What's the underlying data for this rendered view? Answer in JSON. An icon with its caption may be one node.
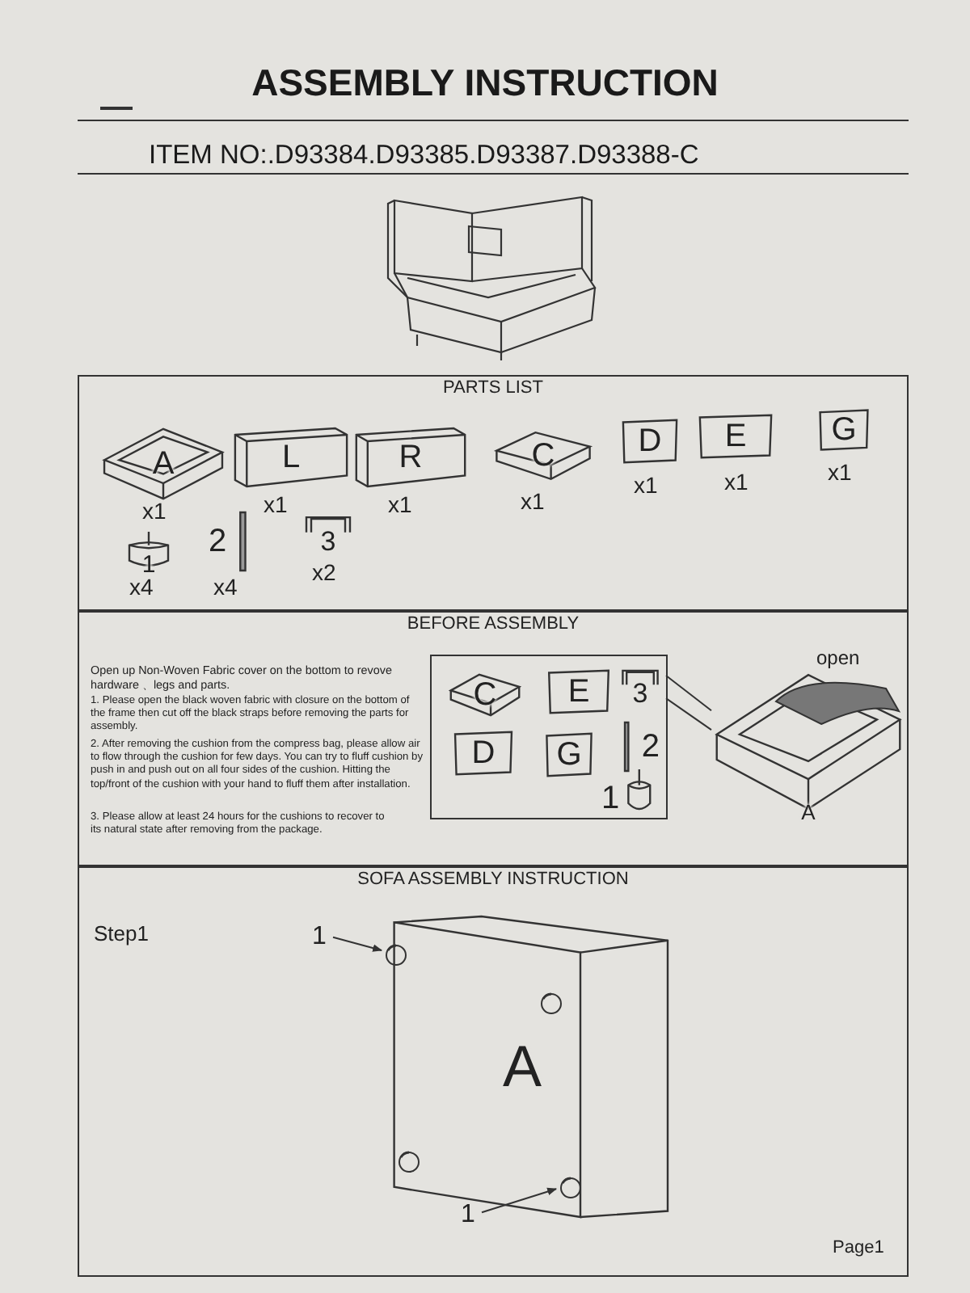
{
  "diagram": {
    "title": "ASSEMBLY INSTRUCTION",
    "nodes": [
      {
        "text": [
          "PARTS LIST"
        ]
      },
      {
        "text": [
          "A"
        ],
        "in": 0,
        "beside": [
          "x1"
        ]
      },
      {
        "text": [
          "L"
        ],
        "in": 0,
        "beside": [
          "x1"
        ]
      },
      {
        "text": [
          "R"
        ],
        "in": 0,
        "beside": [
          "x1"
        ]
      },
      {
        "text": [
          "C"
        ],
        "in": 0,
        "beside": [
          "x1"
        ]
      },
      {
        "text": [
          "D"
        ],
        "in": 0,
        "beside": [
          "x1"
        ]
      },
      {
        "text": [
          "E"
        ],
        "in": 0,
        "beside": [
          "x1"
        ]
      },
      {
        "text": [
          "G"
        ],
        "in": 0,
        "beside": [
          "x1"
        ]
      },
      {
        "text": [
          "1"
        ],
        "in": 0,
        "beside": [
          "x4"
        ]
      },
      {
        "text": [
          "2"
        ],
        "in": 0,
        "beside": [
          "x4"
        ]
      },
      {
        "text": [
          "3"
        ],
        "in": 0,
        "beside": [
          "x2"
        ]
      },
      {
        "text": [
          "BEFORE ASSEMBLY"
        ]
      },
      {
        "text": [],
        "shape": "box",
        "in": 11
      },
      {
        "text": [
          "C"
        ],
        "in": 12
      },
      {
        "text": [
          "E"
        ],
        "in": 12
      },
      {
        "text": [
          "3"
        ],
        "in": 12
      },
      {
        "text": [
          "D"
        ],
        "in": 12
      },
      {
        "text": [
          "G"
        ],
        "in": 12
      },
      {
        "text": [
          "2"
        ],
        "in": 12
      },
      {
        "text": [
          "1"
        ],
        "in": 12
      },
      {
        "text": [
          "A"
        ],
        "in": 11,
        "beside": [
          "open"
        ]
      },
      {
        "text": [
          "SOFA ASSEMBLY INSTRUCTION"
        ]
      },
      {
        "text": [
          "A"
        ],
        "in": 21
      },
      {
        "text": [
          "1"
        ],
        "in": 21
      },
      {
        "text": [],
        "shape": "circle",
        "in": 22
      },
      {
        "text": [],
        "shape": "circle",
        "in": 22
      },
      {
        "text": [],
        "shape": "circle",
        "in": 22
      },
      {
        "text": [],
        "shape": "circle",
        "in": 22
      },
      {
        "text": [
          "1"
        ],
        "in": 21
      }
    ],
    "edges": [
      {
        "from": 12,
        "to": 20,
        "arrow": "none"
      },
      {
        "from": 12,
        "to": 20,
        "arrow": "none"
      },
      {
        "from": 23,
        "to": 24,
        "arrow": "to"
      },
      {
        "from": 28,
        "to": 27,
        "arrow": "to"
      }
    ],
    "labels": [
      "ITEM NO:.D93384.D93385.D93387.D93388-C",
      "Open up Non-Woven Fabric cover on the bottom to revove hardware 、legs and parts.",
      "1. Please open the black woven fabric with closure on the bottom of the frame then cut off the black straps before removing the parts for assembly.",
      "2. After removing the cushion from the compress bag, please allow air to flow through the cushion for few days. You can try to fluff cushion by push in and push out on all four sides of the cushion. Hitting the top/front of the cushion with your hand to fluff them after installation.",
      "3. Please allow at least 24 hours for the cushions to recover to its natural state after removing from the package.",
      "Step1",
      "Page1"
    ]
  }
}
